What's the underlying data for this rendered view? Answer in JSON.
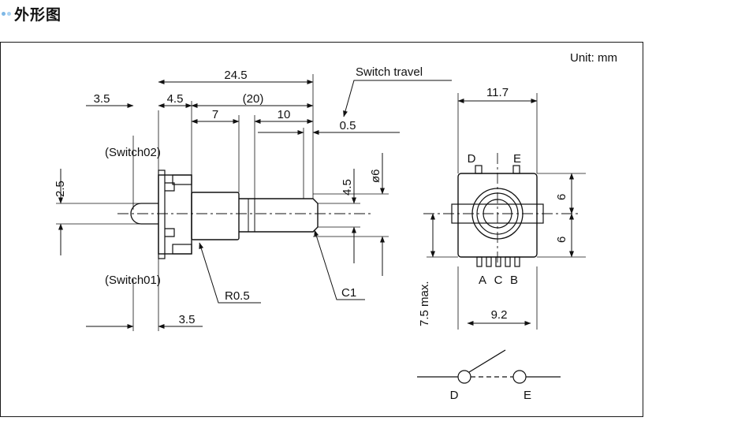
{
  "header": {
    "title": "外形图",
    "bullet_color": "#7fb8e6"
  },
  "drawing": {
    "unit_label": "Unit: mm",
    "switch_travel_label": "Switch travel",
    "side_view": {
      "dims": {
        "d_24_5": "24.5",
        "d_3_5_top": "3.5",
        "d_4_5_top": "4.5",
        "d_20": "(20)",
        "d_7": "7",
        "d_10": "10",
        "d_0_5": "0.5",
        "d_2_5": "2.5",
        "d_4_5_side": "4.5",
        "d_phi6": "ø6",
        "d_r0_5": "R0.5",
        "d_c1": "C1",
        "d_3_5_bottom": "3.5"
      },
      "labels": {
        "switch02": "(Switch02)",
        "switch01": "(Switch01)"
      }
    },
    "front_view": {
      "dims": {
        "d_11_7": "11.7",
        "d_6_top": "6",
        "d_6_bottom": "6",
        "d_7_5max": "7.5 max.",
        "d_9_2": "9.2"
      },
      "pins": {
        "D": "D",
        "E": "E",
        "A": "A",
        "C": "C",
        "B": "B"
      }
    },
    "schematic": {
      "D": "D",
      "E": "E"
    }
  }
}
